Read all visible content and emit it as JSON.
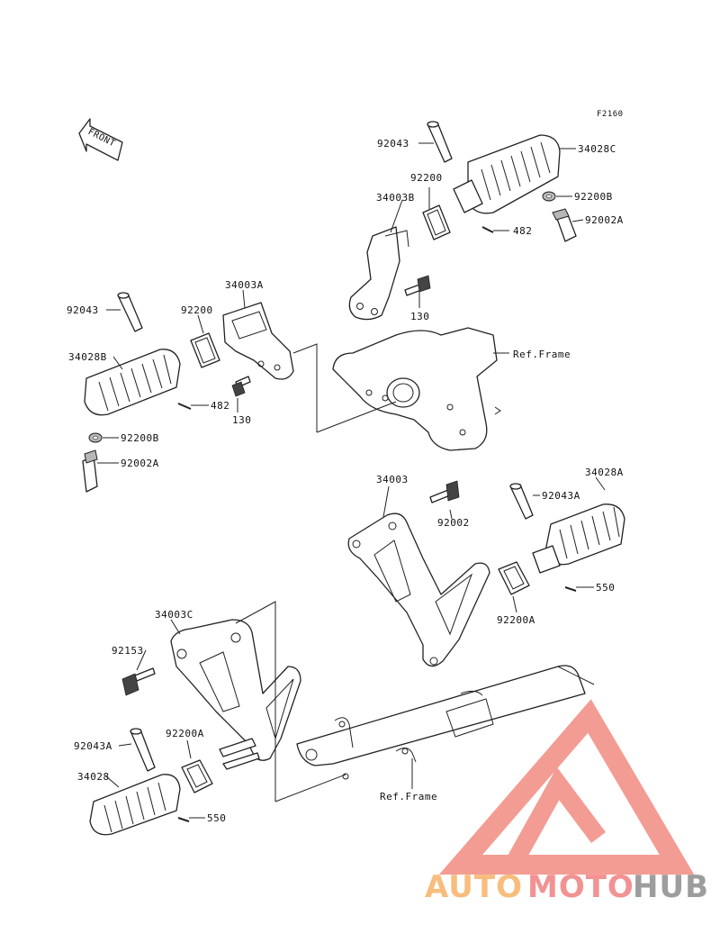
{
  "figure_code": "F2160",
  "front_label": "FRONT",
  "parts": {
    "p34028C": "34028C",
    "p92043_top": "92043",
    "p92200_top": "92200",
    "p34003B": "34003B",
    "p92200B_top": "92200B",
    "p92002A_top": "92002A",
    "p482_top": "482",
    "p130_top": "130",
    "ref_frame_top": "Ref.Frame",
    "p34003A": "34003A",
    "p92043_left": "92043",
    "p92200_left": "92200",
    "p34028B": "34028B",
    "p482_left": "482",
    "p130_left": "130",
    "p92200B_left": "92200B",
    "p92002A_left": "92002A",
    "p34003": "34003",
    "p92002": "92002",
    "p34028A": "34028A",
    "p92043A_right": "92043A",
    "p550_right": "550",
    "p92200A_right": "92200A",
    "p34003C": "34003C",
    "p92153": "92153",
    "p92200A_left": "92200A",
    "p92043A_left": "92043A",
    "p34028": "34028",
    "p550_left": "550",
    "ref_frame_bottom": "Ref.Frame"
  },
  "watermark": {
    "part1": "AUTO",
    "part2": "MOTO",
    "part3": "HUB",
    "colors": {
      "orange": "#f7b267",
      "pink": "#f08080",
      "grey": "#8c8c8c"
    }
  }
}
